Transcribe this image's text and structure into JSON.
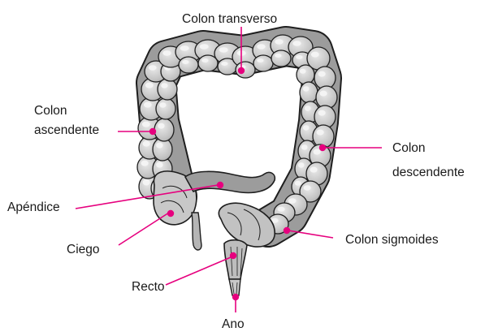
{
  "diagram": {
    "accent_color": "#e6007e",
    "organ_fill": "#bdbdbd",
    "organ_outline": "#1e1e1e",
    "labels": {
      "colon_transverso": "Colon transverso",
      "colon_ascendente_1": "Colon",
      "colon_ascendente_2": "ascendente",
      "colon_descendente_1": "Colon",
      "colon_descendente_2": "descendente",
      "apendice": "Apéndice",
      "ciego": "Ciego",
      "colon_sigmoides": "Colon sigmoides",
      "recto": "Recto",
      "ano": "Ano"
    }
  }
}
